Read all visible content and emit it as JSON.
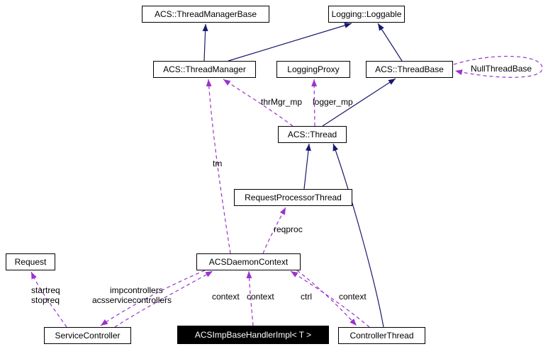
{
  "diagram": {
    "type": "class-collaboration-graph",
    "nodes": {
      "thread_manager_base": "ACS::ThreadManagerBase",
      "loggable": "Logging::Loggable",
      "thread_manager": "ACS::ThreadManager",
      "logging_proxy": "LoggingProxy",
      "thread_base": "ACS::ThreadBase",
      "thread": "ACS::Thread",
      "request_processor_thread": "RequestProcessorThread",
      "request": "Request",
      "acs_daemon_context": "ACSDaemonContext",
      "service_controller": "ServiceController",
      "main": "ACSImpBaseHandlerImpl< T >",
      "controller_thread": "ControllerThread"
    },
    "edge_labels": {
      "thrmgr_mp": "thrMgr_mp",
      "logger_mp": "logger_mp",
      "null_thread_base": "NullThreadBase",
      "tm": "tm",
      "reqproc": "reqproc",
      "startreq": "startreq",
      "stopreq": "stopreq",
      "impcontrollers": "impcontrollers",
      "acsservicecontrollers": "acsservicecontrollers",
      "context_service_controller": "context",
      "context_handler": "context",
      "ctrl": "ctrl",
      "context_controller_thread": "context"
    },
    "edges": [
      {
        "from": "thread_manager",
        "to": "thread_manager_base",
        "type": "inheritance"
      },
      {
        "from": "thread_manager",
        "to": "loggable",
        "type": "inheritance"
      },
      {
        "from": "thread_base",
        "to": "loggable",
        "type": "inheritance"
      },
      {
        "from": "thread",
        "to": "thread_base",
        "type": "inheritance"
      },
      {
        "from": "request_processor_thread",
        "to": "thread",
        "type": "inheritance"
      },
      {
        "from": "controller_thread",
        "to": "thread",
        "type": "inheritance"
      },
      {
        "from": "thread",
        "to": "thread_manager",
        "type": "usage",
        "label": "thrMgr_mp"
      },
      {
        "from": "thread",
        "to": "logging_proxy",
        "type": "usage",
        "label": "logger_mp"
      },
      {
        "from": "thread_base",
        "to": "thread_base",
        "type": "usage",
        "label": "NullThreadBase"
      },
      {
        "from": "acs_daemon_context",
        "to": "thread_manager",
        "type": "usage",
        "label": "tm"
      },
      {
        "from": "acs_daemon_context",
        "to": "request_processor_thread",
        "type": "usage",
        "label": "reqproc"
      },
      {
        "from": "service_controller",
        "to": "request",
        "type": "usage",
        "label": "startreq stopreq"
      },
      {
        "from": "acs_daemon_context",
        "to": "service_controller",
        "type": "usage",
        "label": "impcontrollers acsservicecontrollers"
      },
      {
        "from": "service_controller",
        "to": "acs_daemon_context",
        "type": "usage",
        "label": "context"
      },
      {
        "from": "main",
        "to": "acs_daemon_context",
        "type": "usage",
        "label": "context"
      },
      {
        "from": "controller_thread",
        "to": "acs_daemon_context",
        "type": "usage",
        "label": "context"
      },
      {
        "from": "acs_daemon_context",
        "to": "controller_thread",
        "type": "usage",
        "label": "ctrl"
      }
    ],
    "colors": {
      "inheritance_edge": "#191970",
      "usage_edge": "#9a32cd",
      "node_border": "#000000",
      "node_background": "#ffffff",
      "main_node_background": "#000000",
      "main_node_text": "#ffffff"
    }
  }
}
